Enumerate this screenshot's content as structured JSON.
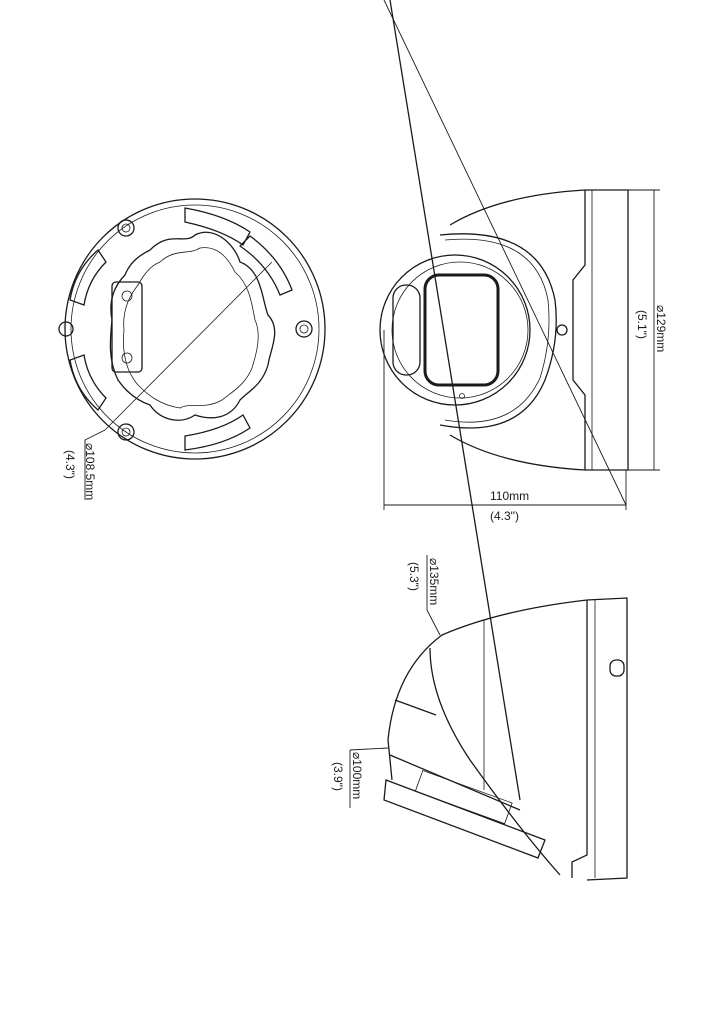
{
  "drawing": {
    "base_view": {
      "diameter_label": "⌀108.5mm",
      "diameter_inch": "(4.3\")"
    },
    "front_view": {
      "height_label": "⌀129mm",
      "height_inch": "(5.1\")",
      "depth_label": "110mm",
      "depth_inch": "(4.3\")"
    },
    "side_view": {
      "dome_label": "⌀135mm",
      "dome_inch": "(5.3\")",
      "lens_label": "⌀100mm",
      "lens_inch": "(3.9\")"
    }
  }
}
